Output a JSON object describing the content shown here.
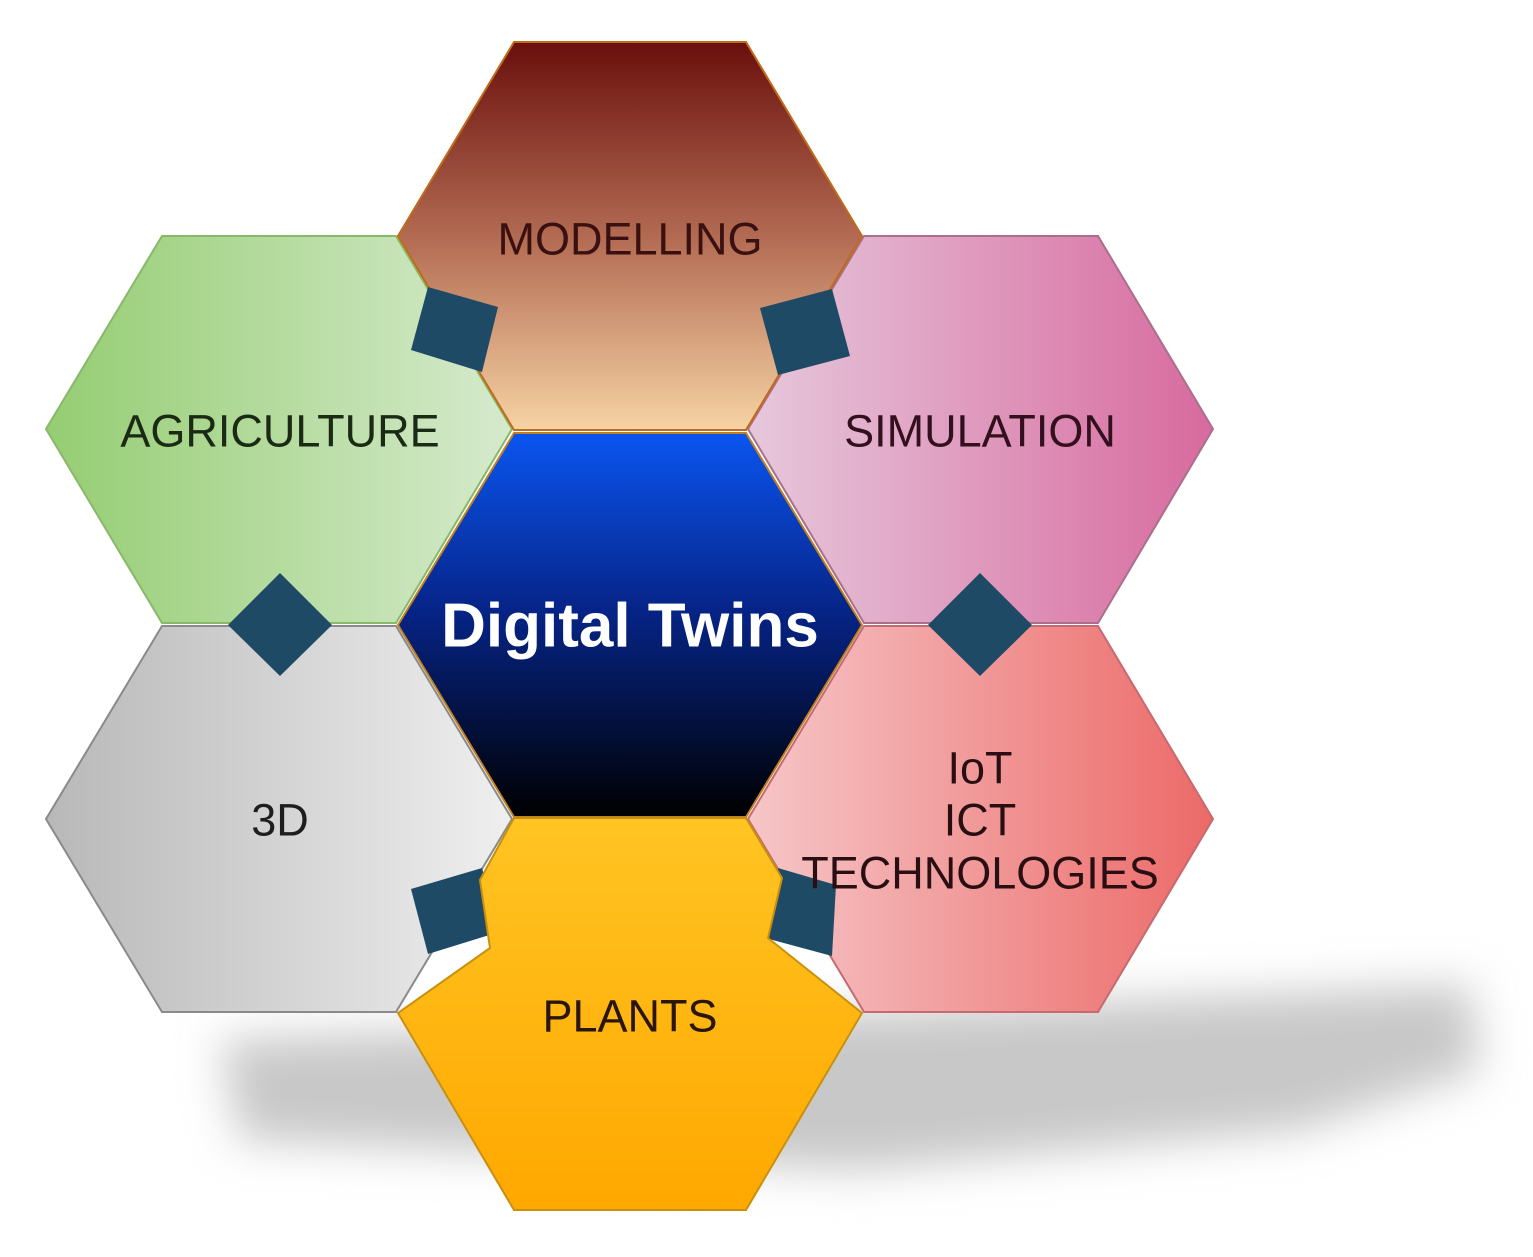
{
  "diagram": {
    "center": {
      "label": "Digital Twins",
      "colors": {
        "top": "#0a55f0",
        "mid": "#06258a",
        "bottom": "#000000"
      }
    },
    "nodes": [
      {
        "id": "modelling",
        "label": "MODELLING",
        "position": "top",
        "text_color": "#3a1010",
        "colors": {
          "start": "#6a0f0c",
          "end": "#f6d3a4"
        },
        "stroke": "#c06a1a"
      },
      {
        "id": "agriculture",
        "label": "AGRICULTURE",
        "position": "upper-left",
        "text_color": "#1b2a14",
        "colors": {
          "start": "#9bd07a",
          "end": "#d3e8c8"
        },
        "stroke": "#88b86a"
      },
      {
        "id": "simulation",
        "label": "SIMULATION",
        "position": "upper-right",
        "text_color": "#33101e",
        "colors": {
          "start": "#e4c0d6",
          "end": "#d86fa0"
        },
        "stroke": "#a8708a"
      },
      {
        "id": "3d",
        "label": "3D",
        "position": "lower-left",
        "text_color": "#1e1e1e",
        "colors": {
          "start": "#bdbdbd",
          "end": "#ececec"
        },
        "stroke": "#8a8a8a"
      },
      {
        "id": "iot",
        "label_lines": [
          "IoT",
          "ICT",
          "TECHNOLOGIES"
        ],
        "position": "lower-right",
        "text_color": "#2a0f12",
        "colors": {
          "start": "#f4c0c2",
          "end": "#ec6e6c"
        },
        "stroke": "#c46a70"
      },
      {
        "id": "plants",
        "label": "PLANTS",
        "position": "bottom",
        "text_color": "#2a1606",
        "colors": {
          "start": "#ffc21e",
          "end": "#ffa800"
        },
        "stroke": "#c89010"
      }
    ],
    "connector_color": "#1f4a66",
    "shadow_color": "#c8c8c8"
  }
}
